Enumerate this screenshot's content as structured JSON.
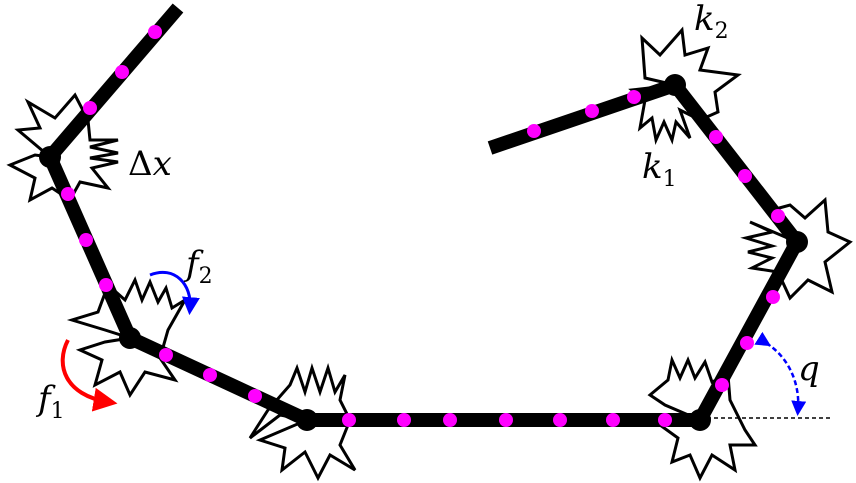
{
  "labels": {
    "delta_x": {
      "main": "Δ",
      "var": "x"
    },
    "f2": {
      "main": "f",
      "sub": "2"
    },
    "f1": {
      "main": "f",
      "sub": "1"
    },
    "q": {
      "main": "q"
    },
    "k2": {
      "main": "k",
      "sub": "2"
    },
    "k1": {
      "main": "k",
      "sub": "1"
    }
  },
  "colors": {
    "chain": "#000000",
    "bead": "#ff00ff",
    "f1_arrow": "#ff0000",
    "f2_arrow": "#0000ff",
    "q_arrow": "#0000ff"
  }
}
